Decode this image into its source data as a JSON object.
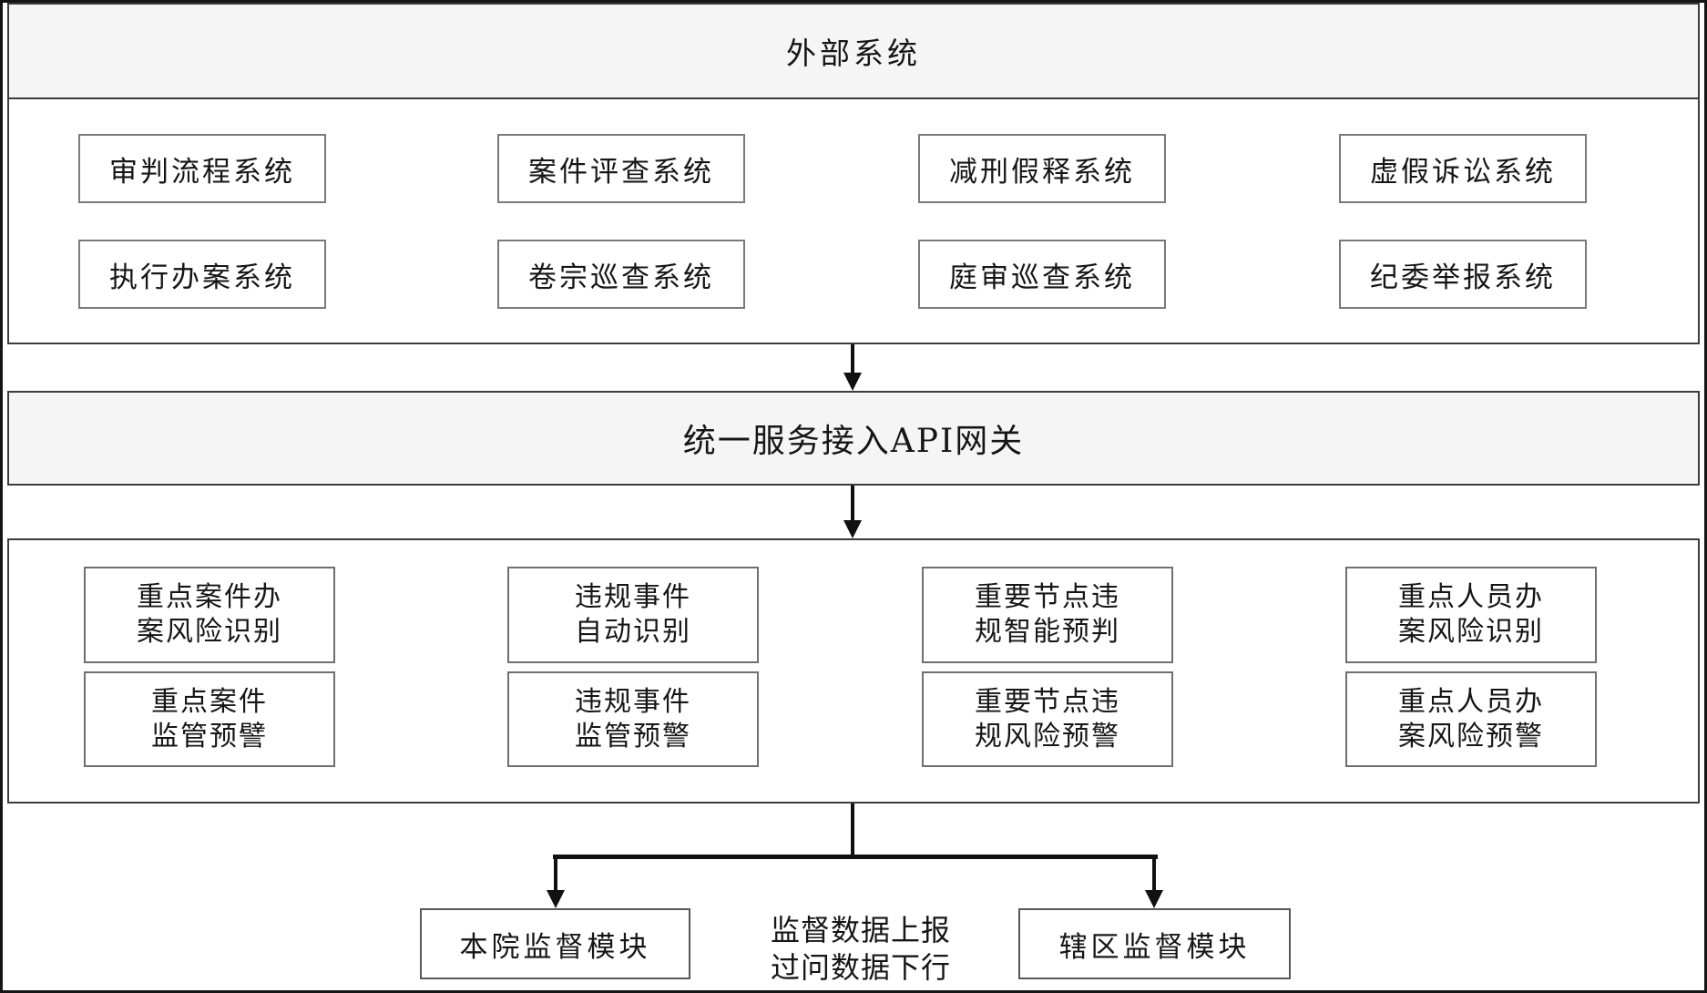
{
  "figure": {
    "external": {
      "title": "外部系统",
      "systems": [
        "审判流程系统",
        "案件评查系统",
        "减刑假释系统",
        "虚假诉讼系统",
        "执行办案系统",
        "卷宗巡查系统",
        "庭审巡查系统",
        "纪委举报系统"
      ]
    },
    "gateway": {
      "label": "统一服务接入API网关"
    },
    "analysis": {
      "modules": [
        {
          "line1": "重点案件办",
          "line2": "案风险识别"
        },
        {
          "line1": "违规事件",
          "line2": "自动识别"
        },
        {
          "line1": "重要节点违",
          "line2": "规智能预判"
        },
        {
          "line1": "重点人员办",
          "line2": "案风险识别"
        },
        {
          "line1": "重点案件",
          "line2": "监管预譬"
        },
        {
          "line1": "违规事件",
          "line2": "监管预警"
        },
        {
          "line1": "重要节点违",
          "line2": "规风险预警"
        },
        {
          "line1": "重点人员办",
          "line2": "案风险预警"
        }
      ]
    },
    "bottom": {
      "left_module": "本院监督模块",
      "right_module": "辖区监督模块",
      "note_line1": "监督数据上报",
      "note_line2": "过问数据下行"
    }
  },
  "colors": {
    "band_fill": "#f5f5f5",
    "section_line": "#3c3c3c",
    "box_line": "#7a7a7a",
    "ink": "#161616",
    "arrow": "#111111"
  }
}
